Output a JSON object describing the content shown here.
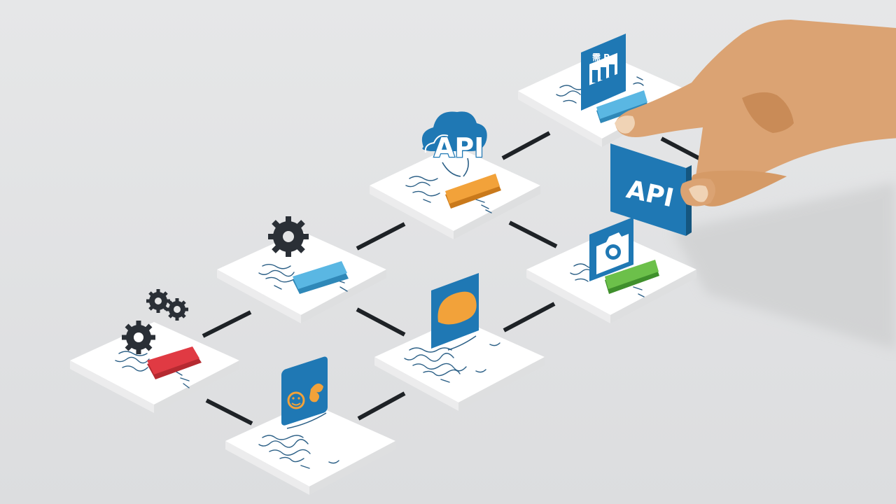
{
  "illustration": {
    "api_card_label": "API",
    "cloud_sign_label": "API",
    "top_sign_label": "需 P",
    "colors": {
      "background": "#e3e4e5",
      "tile": "#ffffff",
      "connector": "#1e2226",
      "sign_blue": "#1f78b4",
      "chip_red": "#e03a43",
      "chip_blue": "#5ab7e3",
      "chip_orange": "#f2a23a",
      "chip_green": "#6cc04a",
      "hand_skin": "#dba373"
    },
    "nodes": [
      {
        "id": "gears-node",
        "icon": "gears-icon",
        "chip": "red"
      },
      {
        "id": "gear-node",
        "icon": "gear-icon",
        "chip": "blue"
      },
      {
        "id": "face-node",
        "icon": "smiley-sign-icon",
        "chip": "none"
      },
      {
        "id": "cloud-api-node",
        "icon": "api-cloud-icon",
        "chip": "orange"
      },
      {
        "id": "blob-node",
        "icon": "orange-blob-sign-icon",
        "chip": "none"
      },
      {
        "id": "camera-node",
        "icon": "camera-sign-icon",
        "chip": "green"
      },
      {
        "id": "chart-node",
        "icon": "chart-sign-icon",
        "chip": "blue"
      }
    ]
  }
}
